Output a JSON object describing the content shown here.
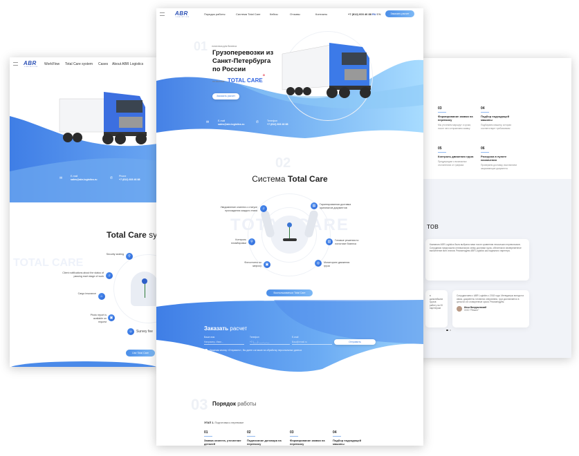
{
  "left": {
    "logo": "ABR",
    "logo_sub": "LOGISTICS",
    "nav": [
      "WorkFlow",
      "Total Care system",
      "Cases",
      "About ABR Logistics"
    ],
    "email_label": "E-mail",
    "email": "sales@abr-logistics.ru",
    "phone_label": "Phone",
    "phone": "+7 (812) 603 46 88",
    "section_title_bold": "Total Care",
    "section_title_rest": " sy",
    "watermark": "TOTAL CARE",
    "items": [
      "Security sealing",
      "Client notifications about the status of passing each stage of work",
      "Cargo insurance",
      "Photo report is available on request",
      "Survey fee"
    ],
    "cta": "Use Total Care"
  },
  "center": {
    "logo": "ABR",
    "logo_sub": "LOGISTICS",
    "nav": [
      "Порядок работы",
      "Система Total Care",
      "Кейсы",
      "Отзывы",
      "Контакты"
    ],
    "phone": "+7 (812) 603 46 88",
    "lang": [
      "RU",
      "EN"
    ],
    "order_button": "Заказать расчет",
    "hero_num": "01",
    "hero_kicker": "логистика для бизнеса",
    "hero_title": [
      "Грузоперевозки из",
      "Санкт-Петербурга",
      "по России"
    ],
    "hero_sub": "по системе",
    "hero_brand": "TOTAL CARE",
    "hero_button": "Заказать расчет",
    "email_label": "E-mail",
    "email": "sales@abr-logistics.ru",
    "phone_label": "Телефон",
    "phone2": "+7 (812) 603 46 88",
    "section2_num": "02",
    "section2_title_light": "Система ",
    "section2_title_bold": "Total Care",
    "watermark": "TOTAL CARE",
    "items": [
      "Уведомление клиента о статусе прохождения каждого этапа",
      "Контроль пломбировки",
      "Фотоотчеты по запросу",
      "Гарантированная доставка оригиналов документов",
      "Готовые решения по логистике бизнеса",
      "Мониторинг движения груза"
    ],
    "cta": "Воспользоваться Total Care",
    "form": {
      "title_bold": "Заказать",
      "title_light": " расчет",
      "fields": [
        {
          "label": "Ваше имя",
          "placeholder": "Например, Иван..."
        },
        {
          "label": "Телефон",
          "placeholder": "+7 (___) ___-__-__"
        },
        {
          "label": "E-mail",
          "placeholder": "Ваш@email.ru"
        }
      ],
      "submit": "Отправить",
      "consent": "Нажимая кнопку «Отправить», Вы даете согласие на обработку персональных данных"
    },
    "section3_num": "03",
    "section3_title_bold": "Порядок",
    "section3_title_light": " работы",
    "stage_bold": "ЭТАП 1.",
    "stage_text": " Подготовка к перевозке",
    "steps": [
      {
        "n": "01",
        "t": "Заявка клиента, уточнение деталей"
      },
      {
        "n": "02",
        "t": "Подписание договора на перевозку"
      },
      {
        "n": "03",
        "t": "Формирование заявки на перевозку"
      },
      {
        "n": "04",
        "t": "Подбор подходящей машины"
      }
    ]
  },
  "right": {
    "steps": [
      {
        "n": "03",
        "t": "Формирование заявки на перевозку",
        "d": "Мы уточняем маршрут и сроки, после чего отправляем заявку"
      },
      {
        "n": "04",
        "t": "Подбор подходящей машины",
        "d": "Подбираем машину, которая соответствует требованиям"
      },
      {
        "n": "05",
        "t": "Контроль движения груза",
        "d": "Предупредим о возможных отклонениях от графика"
      },
      {
        "n": "06",
        "t": "Разгрузка в пункте назначения",
        "d": "Проверяем доставку, выставляем закрывающие документы"
      }
    ],
    "reviews_title": "тов",
    "review1": "Компания ABR Logistics была выбрана нами после сравнения нескольких перевозчиков. Сотрудники предложили оптимальную схему доставки груза, обеспечили своевременное выполнение всех этапов. Рекомендуем ABR Logistics как надежного партнера.",
    "review2": "Сотрудничаем с ABR Logistics с 2018 года. Менеджеры всегда на связи, документы готовятся оперативно, груз доставляется в целости и в оговоренные сроки. Рекомендуем.",
    "review3_snip": "в дальнейшем грузов работу на 20 партнерам",
    "reviewer_name": "Илья Вахрушевский",
    "reviewer_role": "ООО \"Ремонт\""
  }
}
